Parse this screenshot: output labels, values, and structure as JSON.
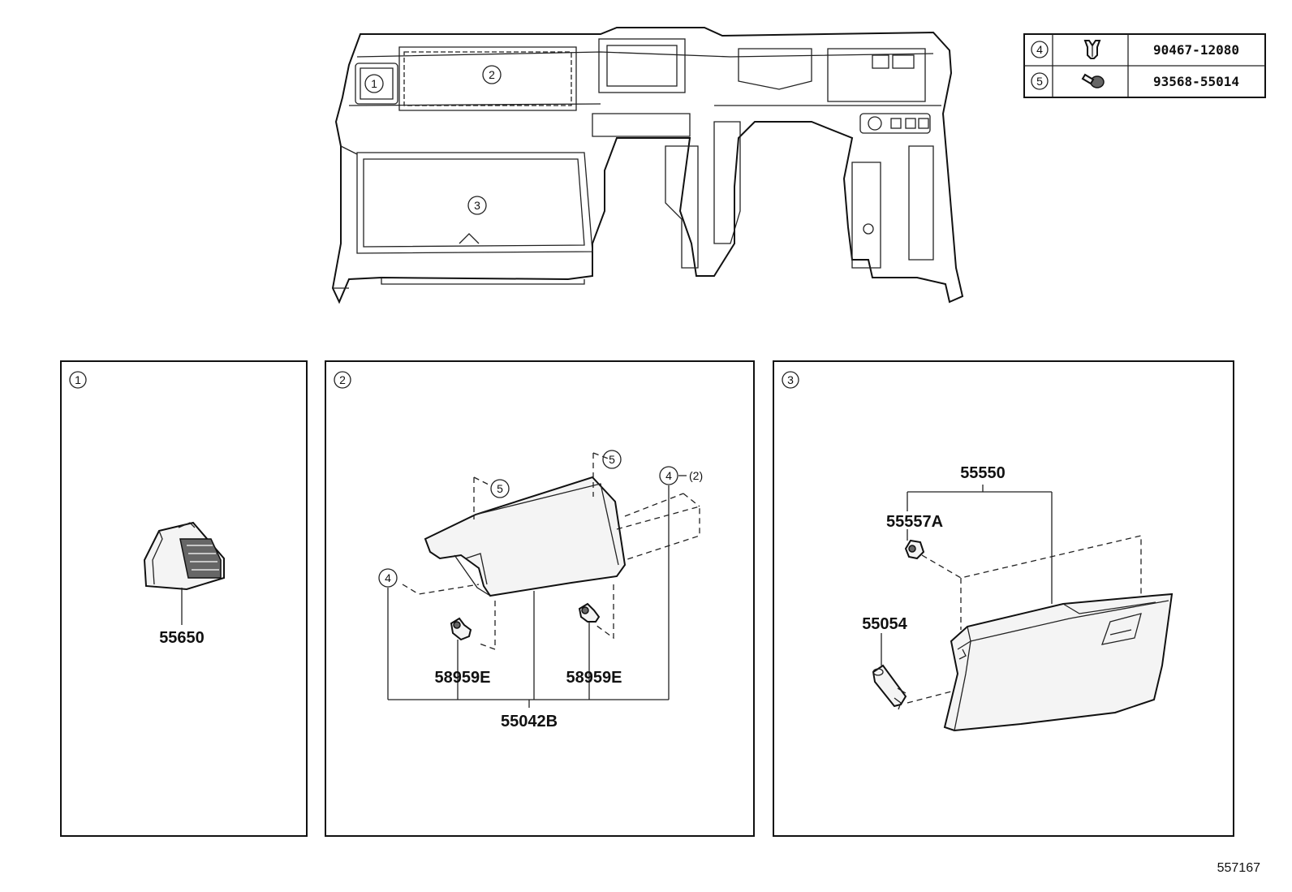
{
  "legend": {
    "rows": [
      {
        "ref": "4",
        "part_number": "90467-12080",
        "icon": "clip-icon"
      },
      {
        "ref": "5",
        "part_number": "93568-55014",
        "icon": "screw-icon"
      }
    ]
  },
  "overview": {
    "callouts": [
      "1",
      "2",
      "3"
    ]
  },
  "panels": [
    {
      "ref": "1",
      "parts": [
        {
          "number": "55650"
        }
      ]
    },
    {
      "ref": "2",
      "callouts": [
        "5",
        "5",
        "4",
        "4",
        "(2)"
      ],
      "parts": [
        {
          "number": "58959E"
        },
        {
          "number": "58959E"
        },
        {
          "number": "55042B"
        }
      ]
    },
    {
      "ref": "3",
      "parts": [
        {
          "number": "55550"
        },
        {
          "number": "55557A"
        },
        {
          "number": "55054"
        }
      ]
    }
  ],
  "diagram_id": "557167"
}
